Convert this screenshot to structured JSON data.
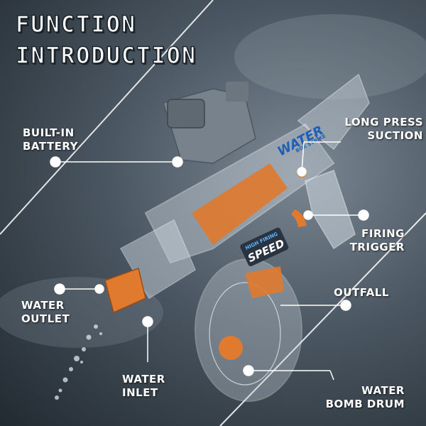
{
  "header": {
    "title_line1": "FUNCTION",
    "title_line2": "INTRODUCTION"
  },
  "product_marks": {
    "brand_text": "WATER",
    "brand_sub": "BOX STRIKE",
    "speed_top": "HIGH FIRING",
    "speed_text": "SPEED"
  },
  "callouts": [
    {
      "id": "built-in-battery",
      "line1": "BUILT-IN",
      "line2": "BATTERY"
    },
    {
      "id": "long-press-suction",
      "line1": "LONG PRESS",
      "line2": "SUCTION"
    },
    {
      "id": "firing-trigger",
      "line1": "FIRING",
      "line2": "TRIGGER"
    },
    {
      "id": "outfall",
      "line1": "OUTFALL",
      "line2": ""
    },
    {
      "id": "water-outlet",
      "line1": "WATER",
      "line2": "OUTLET"
    },
    {
      "id": "water-inlet",
      "line1": "WATER",
      "line2": "INLET"
    },
    {
      "id": "water-bomb-drum",
      "line1": "WATER",
      "line2": "BOMB DRUM"
    }
  ],
  "colors": {
    "accent_orange": "#e07a2e",
    "body_clear": "#c9d3dc",
    "sight_gray": "#77828c",
    "text": "#ffffff"
  }
}
